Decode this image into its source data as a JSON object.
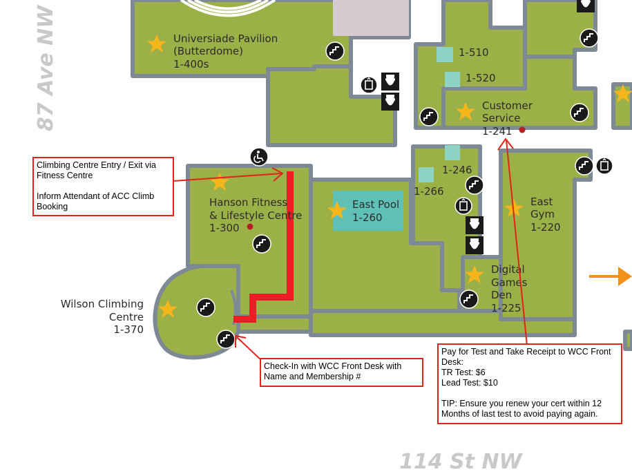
{
  "streets": {
    "west": "87 Ave NW",
    "south": "114 St NW"
  },
  "rooms": {
    "butterdome": {
      "name_line1": "Universiade Pavilion",
      "name_line2": "(Butterdome)",
      "number": "1-400s"
    },
    "r1510": {
      "number": "1-510"
    },
    "r1520": {
      "number": "1-520"
    },
    "customer_service": {
      "name_line1": "Customer",
      "name_line2": "Service",
      "number": "1-241"
    },
    "r1246": {
      "number": "1-246"
    },
    "r1266": {
      "number": "1-266"
    },
    "hanson": {
      "name_line1": "Hanson Fitness",
      "name_line2": "& Lifestyle Centre",
      "number": "1-300"
    },
    "east_pool": {
      "name": "East Pool",
      "number": "1-260"
    },
    "east_gym": {
      "name_line1": "East",
      "name_line2": "Gym",
      "number": "1-220"
    },
    "wilson": {
      "name_line1": "Wilson Climbing",
      "name_line2": "Centre",
      "number": "1-370"
    },
    "games_den": {
      "name_line1": "Digital",
      "name_line2": "Games",
      "name_line3": "Den",
      "number": "1-225"
    }
  },
  "notes": {
    "entry": "Climbing Centre Entry / Exit via Fitness Centre\n\nInform Attendant of ACC Climb Booking",
    "checkin": "Check-In with WCC Front Desk with Name and Membership #",
    "payment": "Pay for Test and Take Receipt to WCC Front Desk:\nTR Test: $6\nLead Test: $10\n\nTIP: Ensure you renew your cert within 12 Months of last test to avoid paying again."
  },
  "colors": {
    "room_fill": "#9bb047",
    "wall": "#7d8a96",
    "pool": "#5fc1b6",
    "route": "#ee1c25",
    "annotation": "#e2231a",
    "star": "#f7b51c",
    "arrow": "#f2911b",
    "street_text": "#c9c9c9"
  },
  "icons": {
    "stairs": "stairs-icon",
    "elevator": "elevator-icon",
    "washroom": "washroom-icon",
    "accessible": "accessible-icon",
    "star": "star-icon",
    "info": "info-dot-icon"
  }
}
